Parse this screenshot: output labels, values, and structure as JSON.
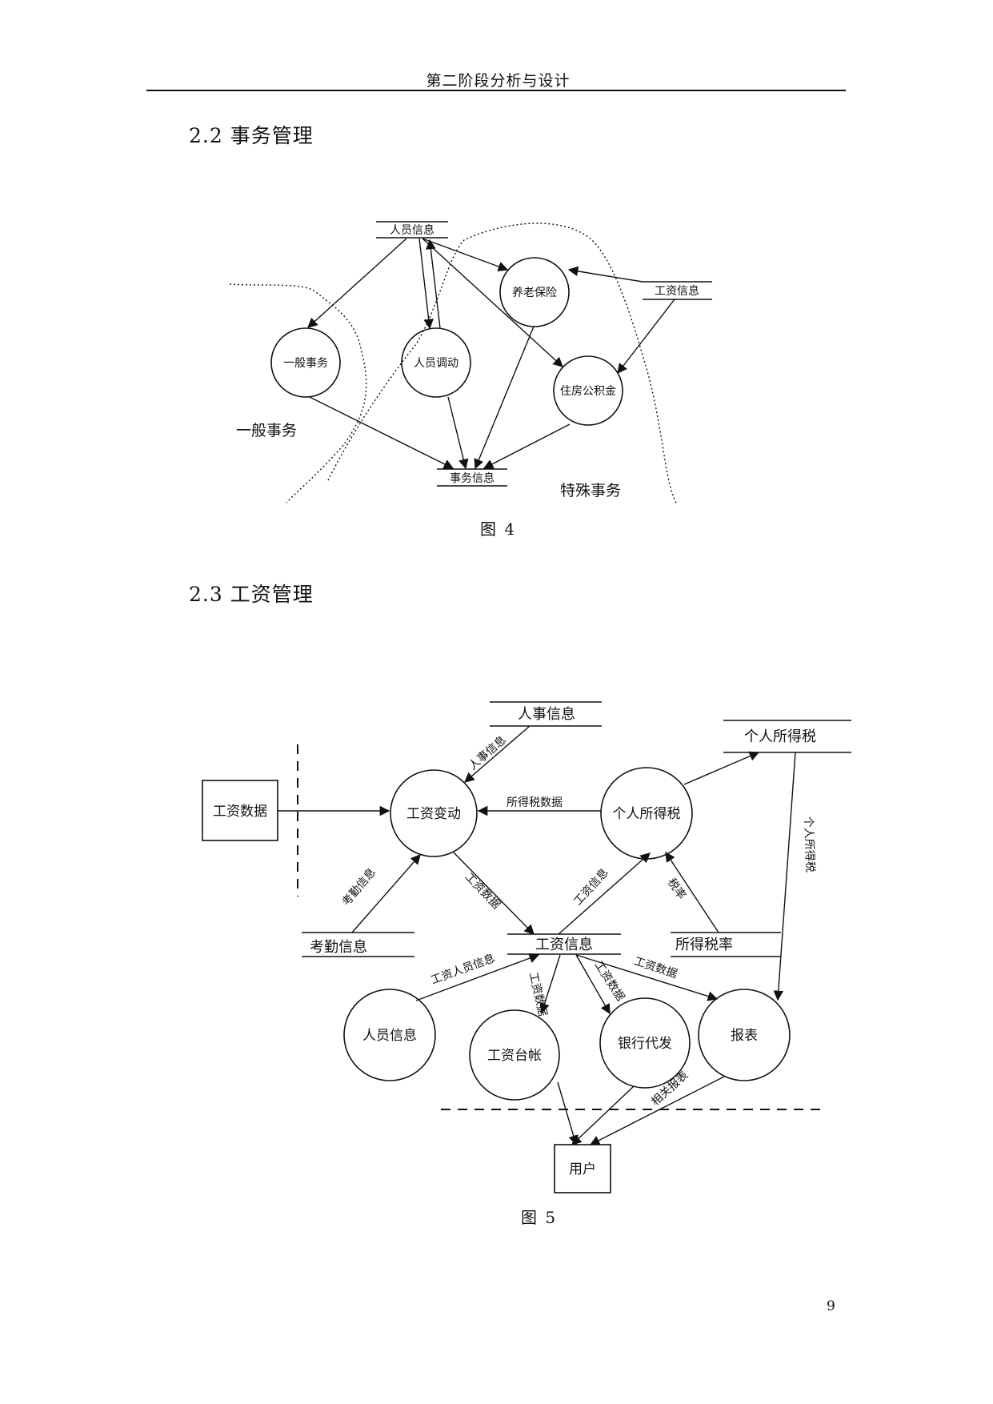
{
  "header": {
    "title": "第二阶段分析与设计"
  },
  "sections": [
    {
      "heading": "2.2 事务管理",
      "caption": "图 4"
    },
    {
      "heading": "2.3 工资管理",
      "caption": "图 5"
    }
  ],
  "figure4": {
    "stores": {
      "personnel_info": "人员信息",
      "salary_info": "工资信息",
      "affairs_info": "事务信息"
    },
    "processes": {
      "general_affairs": "一般事务",
      "personnel_transfer": "人员调动",
      "pension": "养老保险",
      "housing_fund": "住房公积金"
    },
    "regions": {
      "general": "一般事务",
      "special": "特殊事务"
    }
  },
  "figure5": {
    "stores": {
      "hr_info": "人事信息",
      "income_tax": "个人所得税",
      "attendance": "考勤信息",
      "salary_info": "工资信息",
      "tax_rate": "所得税率"
    },
    "entities": {
      "salary_data": "工资数据",
      "user": "用户"
    },
    "processes": {
      "salary_change": "工资变动",
      "income_tax": "个人所得税",
      "personnel_info": "人员信息",
      "salary_ledger": "工资台帐",
      "bank_payment": "银行代发",
      "report": "报表"
    },
    "flows": {
      "hr_info": "人事信息",
      "tax_data": "所得税数据",
      "attendance": "考勤信息",
      "salary_data_1": "工资数据",
      "salary_info": "工资信息",
      "tax_rate": "税率",
      "income_tax_vertical": "个人所得税",
      "salary_person_info": "工资人员信息",
      "salary_data_2": "工资数据",
      "salary_data_3": "工资数据",
      "salary_data_4": "工资数据",
      "related_reports": "相关报表"
    }
  },
  "page": {
    "number": "9"
  }
}
